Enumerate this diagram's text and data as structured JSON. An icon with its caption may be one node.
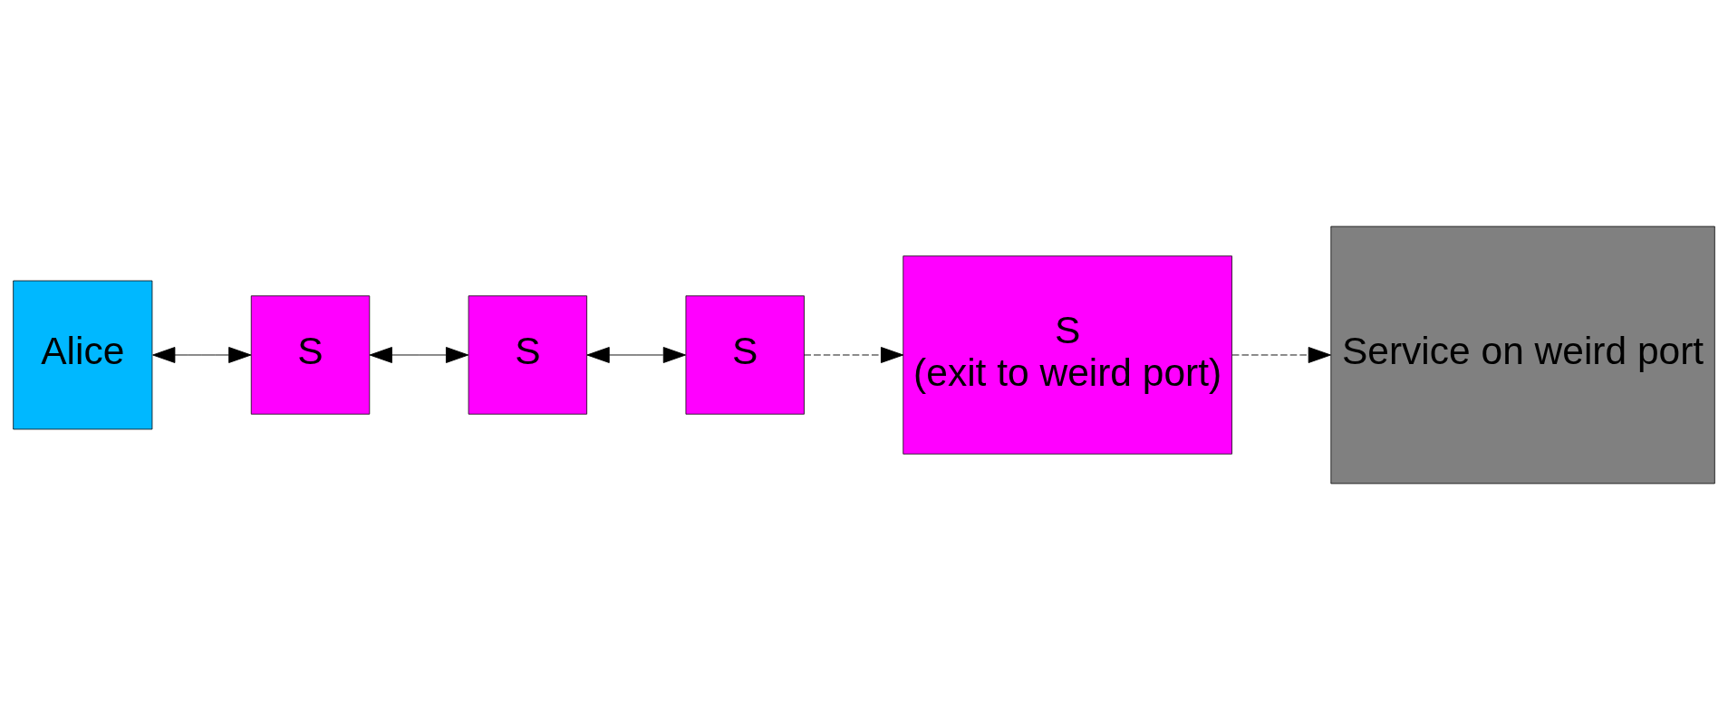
{
  "diagram": {
    "nodes": [
      {
        "text": [
          "Alice"
        ]
      },
      {
        "text": [
          "S"
        ]
      },
      {
        "text": [
          "S"
        ]
      },
      {
        "text": [
          "S"
        ]
      },
      {
        "text": [
          "S",
          "(exit to weird port)"
        ]
      },
      {
        "text": [
          "Service on weird port"
        ]
      }
    ],
    "edges": [
      {
        "from": 0,
        "to": 1,
        "arrow": "both"
      },
      {
        "from": 1,
        "to": 2,
        "arrow": "both"
      },
      {
        "from": 2,
        "to": 3,
        "arrow": "both"
      },
      {
        "from": 3,
        "to": 4,
        "arrow": "to",
        "style": "dashed"
      },
      {
        "from": 4,
        "to": 5,
        "arrow": "to",
        "style": "dashed"
      }
    ]
  }
}
